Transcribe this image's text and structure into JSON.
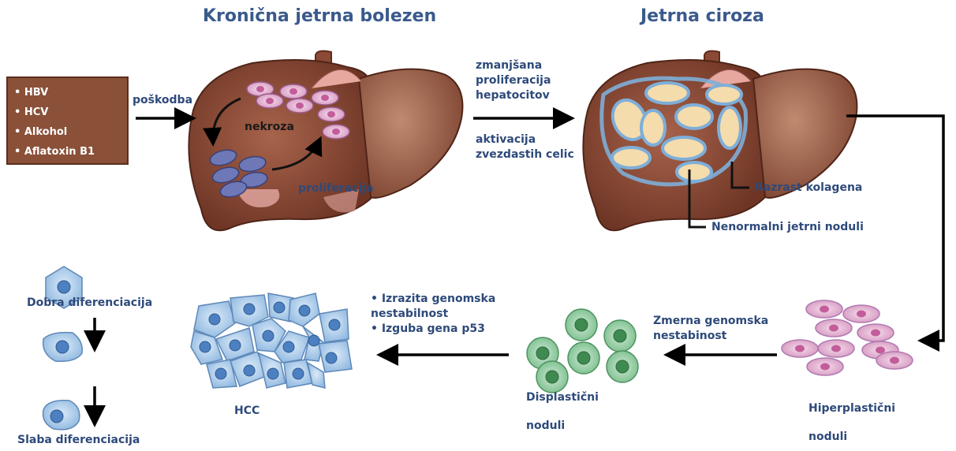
{
  "titles": {
    "left": "Kronična jetrna bolezen",
    "right": "Jetrna ciroza"
  },
  "causes": [
    "• HBV",
    "• HCV",
    "• Alkohol",
    "• Aflatoxin B1"
  ],
  "labels": {
    "injury": "poškodba",
    "necrosis": "nekroza",
    "proliferation": "proliferacija",
    "reduced_proliferation": [
      "zmanjšana",
      "proliferacija",
      "hepatocitov"
    ],
    "stellate_activation": [
      "aktivacija",
      "zvezdastih celic"
    ],
    "collagen": "Razrast kolagena",
    "abnormal_nodules": "Nenormalni jetrni noduli",
    "hyperplastic": [
      "Hiperplastični",
      "noduli"
    ],
    "moderate_instability": [
      "Zmerna genomska",
      "nestabinost"
    ],
    "dysplastic": [
      "Displastični",
      "noduli"
    ],
    "marked_instability": [
      "• Izrazita genomska",
      "nestabilnost",
      "• Izguba gena p53"
    ],
    "hcc": "HCC",
    "good_diff": "Dobra diferenciacija",
    "poor_diff": "Slaba diferenciacija"
  },
  "colors": {
    "liver": "#8b4a35",
    "liver_dark": "#5e2d1e",
    "title": "#3a5a8c",
    "label": "#2e4a7a",
    "pink_cell": "#e8b8d8",
    "purple_cell": "#6f78b8",
    "green_cell": "#5fae7a",
    "blue_cell": "#9cc4e8",
    "nodule": "#f5ddb0"
  }
}
